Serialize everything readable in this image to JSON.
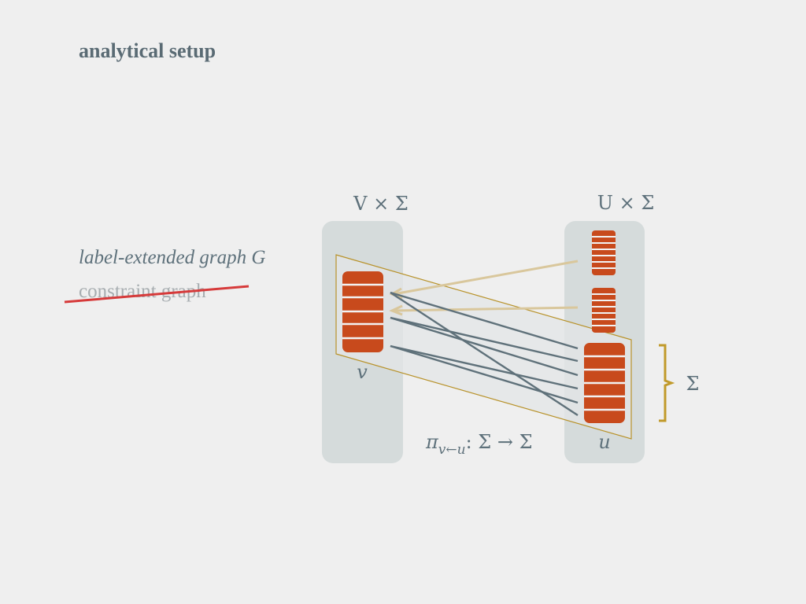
{
  "slide": {
    "title": "analytical setup"
  },
  "labels": {
    "label_extended_graph": "label-extended graph G",
    "constraint_graph": "constraint graph"
  },
  "diagram": {
    "left_column_label": "V × Σ",
    "right_column_label": "U × Σ",
    "left_vertex": "v",
    "right_vertex": "u",
    "sigma_brace_label": "Σ",
    "projection_pi": "π",
    "projection_subscript": "v←u",
    "projection_rest": ": Σ → Σ",
    "colors": {
      "block_fill": "#c84a1c",
      "column_bg": "#d5dbdb",
      "edge_dark": "#5f717a",
      "edge_light": "#d9c79c",
      "parallelogram": "#b8922a",
      "brace": "#c19a2a",
      "strike": "#d63a3a"
    }
  }
}
